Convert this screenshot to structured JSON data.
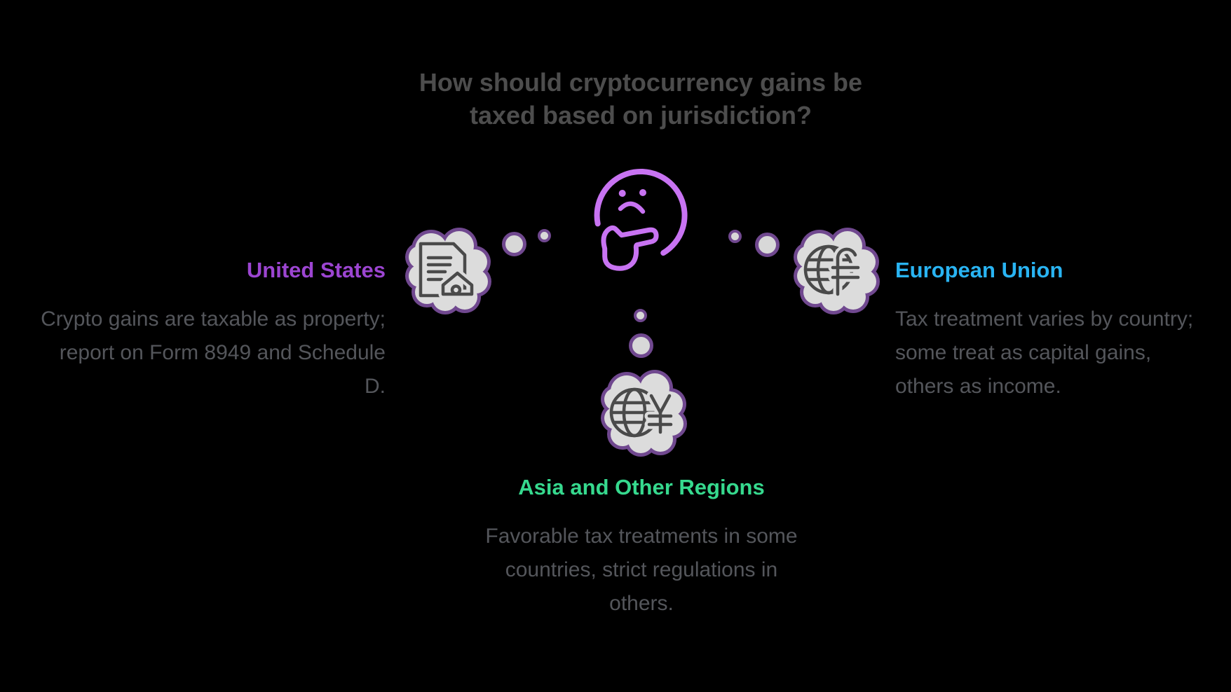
{
  "title": {
    "full": "How should cryptocurrency gains be taxed based on jurisdiction?",
    "lines": [
      "How should cryptocurrency gains be",
      "taxed based on jurisdiction?"
    ]
  },
  "center": {
    "icon": "thinking-face-icon"
  },
  "nodes": {
    "us": {
      "label": "United States",
      "description": "Crypto gains are taxable as property; report on Form 8949 and Schedule D.",
      "icon": "document-house-icon",
      "accent": "#9c45d1"
    },
    "eu": {
      "label": "European Union",
      "description": "Tax treatment varies by country; some treat as capital gains, others as income.",
      "icon": "globe-pound-icon",
      "accent": "#29b4f3"
    },
    "asia": {
      "label": "Asia and Other Regions",
      "description": "Favorable tax treatments in some countries, strict regulations in others.",
      "icon": "globe-yen-icon",
      "accent": "#36d98e"
    }
  },
  "colors": {
    "background": "#000000",
    "title_text": "#4d4d4d",
    "body_text": "#54565b",
    "us_accent": "#9c45d1",
    "eu_accent": "#29b4f3",
    "asia_accent": "#36d98e",
    "thinker_purple": "#c873f2",
    "cloud_fill": "#dcdcdc",
    "cloud_stroke": "#70488f",
    "icon_stroke": "#4a4a4a"
  }
}
